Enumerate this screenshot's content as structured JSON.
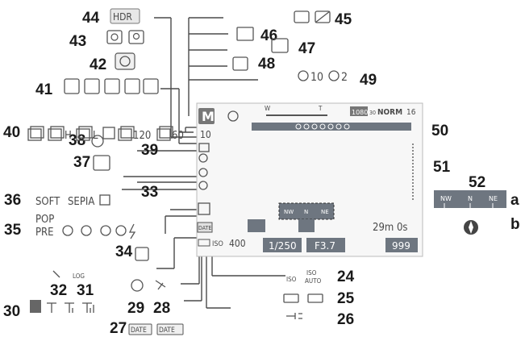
{
  "callouts": {
    "n24": "24",
    "n25": "25",
    "n26": "26",
    "n27": "27",
    "n28": "28",
    "n29": "29",
    "n30": "30",
    "n31": "31",
    "n32": "32",
    "n33": "33",
    "n34": "34",
    "n35": "35",
    "n36": "36",
    "n37": "37",
    "n38": "38",
    "n39": "39",
    "n40": "40",
    "n41": "41",
    "n42": "42",
    "n43": "43",
    "n44": "44",
    "n45": "45",
    "n46": "46",
    "n47": "47",
    "n48": "48",
    "n49": "49",
    "n50": "50",
    "n51": "51",
    "n52": "52",
    "a": "a",
    "b": "b"
  },
  "icons": {
    "hdr": "HDR",
    "timer_10": "10",
    "timer_2": "2",
    "cont_h": "H",
    "cont_l": "L",
    "cont_120": "120",
    "cont_60": "60",
    "soft": "SOFT",
    "sepia": "SEPIA",
    "pop": "POP",
    "pre": "PRE",
    "iso_small": "ISO",
    "iso_auto": "AUTO",
    "date": "DATE",
    "log": "LOG",
    "compass_nw": "NW",
    "compass_n": "N",
    "compass_ne": "NE"
  },
  "monitor": {
    "mode": "M",
    "timer": "10",
    "res": "1080",
    "fps": "30",
    "quality": "NORM",
    "size": "16",
    "zoom_w": "W",
    "zoom_t": "T",
    "date": "DATE",
    "iso_label": "ISO",
    "iso_value": "400",
    "remaining_time": "29m 0s",
    "shutter": "1/250",
    "aperture": "F3.7",
    "shots": "999",
    "nw": "NW",
    "n": "N",
    "ne": "NE"
  }
}
